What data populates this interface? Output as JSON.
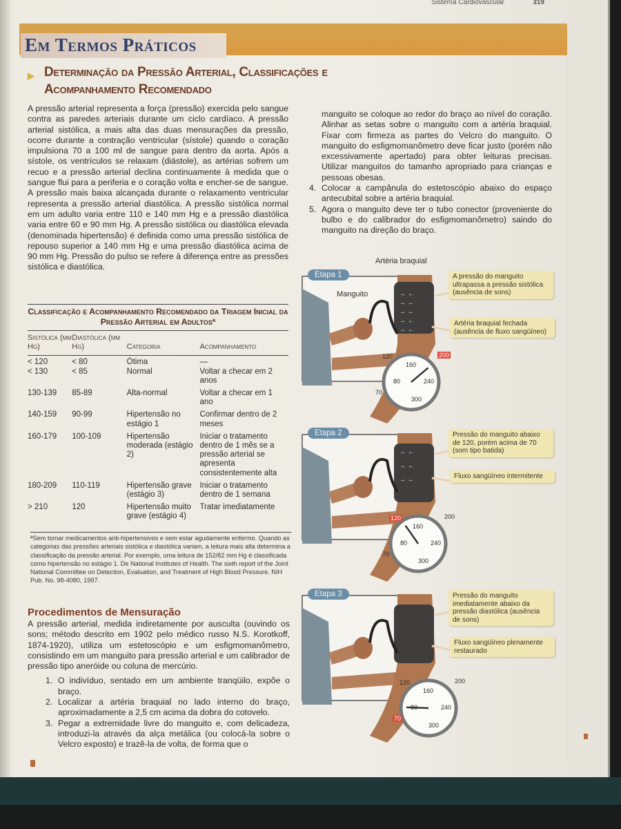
{
  "running_head": {
    "section": "Sistema Cardiovascular",
    "page": "319"
  },
  "banner": "Em Termos Práticos",
  "subhead": "Determinação da Pressão Arterial, Classificações e Acompanhamento Recomendado",
  "intro": "A pressão arterial representa a força (pressão) exercida pelo sangue contra as paredes arteriais durante um ciclo cardíaco. A pressão arterial sistólica, a mais alta das duas mensurações da pressão, ocorre durante a contração ventricular (sístole) quando o coração impulsiona 70 a 100 ml de sangue para dentro da aorta. Após a sístole, os ventrículos se relaxam (diástole), as artérias sofrem um recuo e a pressão arterial declina continuamente à medida que o sangue flui para a periferia e o coração volta e encher-se de sangue. A pressão mais baixa alcançada durante o relaxamento ventricular representa a pressão arterial diastólica. A pressão sistólica normal em um adulto varia entre 110 e 140 mm Hg e a pressão diastólica varia entre 60 e 90 mm Hg. A pressão sistólica ou diastólica elevada (denominada hipertensão) é definida como uma pressão sistólica de repouso superior a 140 mm Hg e uma pressão diastólica acima de 90 mm Hg. Pressão do pulso se refere à diferença entre as pressões sistólica e diastólica.",
  "table": {
    "title": "Classificação e Acompanhamento Recomendado da Triagem Inicial da Pressão Arterial em Adultosª",
    "headers": [
      "Sistólica (mm Hg)",
      "Diastólica (mm Hg)",
      "Categoria",
      "Acompanhamento"
    ],
    "rows": [
      [
        "< 120\n< 130",
        "< 80\n< 85",
        "Ótima\nNormal",
        "—\nVoltar a checar em 2 anos"
      ],
      [
        "130-139",
        "85-89",
        "Alta-normal",
        "Voltar a checar em 1 ano"
      ],
      [
        "140-159",
        "90-99",
        "Hipertensão no estágio 1",
        "Confirmar dentro de 2 meses"
      ],
      [
        "160-179",
        "100-109",
        "Hipertensão moderada (estágio 2)",
        "Iniciar o tratamento dentro de 1 mês se a pressão arterial se apresenta consistentemente alta"
      ],
      [
        "180-209",
        "110-119",
        "Hipertensão grave (estágio 3)",
        "Iniciar o tratamento dentro de 1 semana"
      ],
      [
        "> 210",
        "120",
        "Hipertensão muito grave (estágio 4)",
        "Tratar imediatamente"
      ]
    ],
    "footnote": "ªSem tomar medicamentos anti-hipertensivos e sem estar agudamente enfermo. Quando as categorias das pressões arteriais sistólica e diastólica variam, a leitura mais alta determina a classificação da pressão arterial. Por exemplo, uma leitura de 152/82 mm Hg é classificada como hipertensão no estágio 1. De National Institutes of Health. The sixth report of the Joint National Committee on Detection, Evaluation, and Treatment of High Blood Pressure. NIH Pub. No. 98-4080, 1997."
  },
  "procedures": {
    "heading": "Procedimentos de Mensuração",
    "text": "A pressão arterial, medida indiretamente por ausculta (ouvindo os sons; método descrito em 1902 pelo médico russo N.S. Korotkoff, 1874-1920), utiliza um estetoscópio e um esfigmomanômetro, consistindo em um manguito para pressão arterial e um calibrador de pressão tipo aneróide ou coluna de mercúrio.",
    "steps": [
      {
        "n": "1.",
        "text": "O indivíduo, sentado em um ambiente tranqüilo, expõe o braço."
      },
      {
        "n": "2.",
        "text": "Localizar a artéria braquial no lado interno do braço, aproximadamente a 2,5 cm acima da dobra do cotovelo."
      },
      {
        "n": "3.",
        "text": "Pegar a extremidade livre do manguito e, com delicadeza, introduzi-la através da alça metálica (ou colocá-la sobre o Velcro exposto) e trazê-la de volta, de forma que o"
      }
    ],
    "continuation": "manguito se coloque ao redor do braço ao nível do coração. Alinhar as setas sobre o manguito com a artéria braquial. Fixar com firmeza as partes do Velcro do manguito. O manguito do esfigmomanômetro deve ficar justo (porém não excessivamente apertado) para obter leituras precisas. Utilizar manguitos do tamanho apropriado para crianças e pessoas obesas.",
    "steps2": [
      {
        "n": "4.",
        "text": "Colocar a campânula do estetoscópio abaixo do espaço antecubital sobre a artéria braquial."
      },
      {
        "n": "5.",
        "text": "Agora o manguito deve ter o tubo conector (proveniente do bulbo e do calibrador do esfigmomanômetro) saindo do manguito na direção do braço."
      }
    ]
  },
  "figures": [
    {
      "stage": "Etapa 1",
      "artery_label": "Artéria braquial",
      "cuff_label": "Manguito",
      "callouts": [
        "A pressão do manguito ultrapassa a pressão sistólica (ausência de sons)",
        "Artéria braquial fechada (ausência de fluxo sangüíneo)"
      ],
      "gauge": {
        "reading": 200,
        "highlight": "200",
        "ticks": [
          "120",
          "160",
          "200",
          "240",
          "300",
          "80",
          "70"
        ]
      }
    },
    {
      "stage": "Etapa 2",
      "callouts": [
        "Pressão do manguito abaixo de 120, porém acima de 70 (som tipo batida)",
        "Fluxo sangüíneo intermitente"
      ],
      "gauge": {
        "reading": 120,
        "highlight": "120",
        "ticks": [
          "120",
          "160",
          "200",
          "240",
          "300",
          "80",
          "70"
        ]
      }
    },
    {
      "stage": "Etapa 3",
      "callouts": [
        "Pressão do manguito imediatamente abaixo da pressão diastólica (ausência de sons)",
        "Fluxo sangüíneo plenamente restaurado"
      ],
      "gauge": {
        "reading": 70,
        "highlight": "70",
        "ticks": [
          "120",
          "160",
          "200",
          "240",
          "300",
          "80",
          "70"
        ]
      }
    }
  ],
  "colors": {
    "banner": "#d9993f",
    "title_blue": "#2f3f6a",
    "subhead_brown": "#6b3b25",
    "callout": "#f1e7b4",
    "etapa": "#6b8ea6",
    "highlight_red": "#e0483a"
  }
}
